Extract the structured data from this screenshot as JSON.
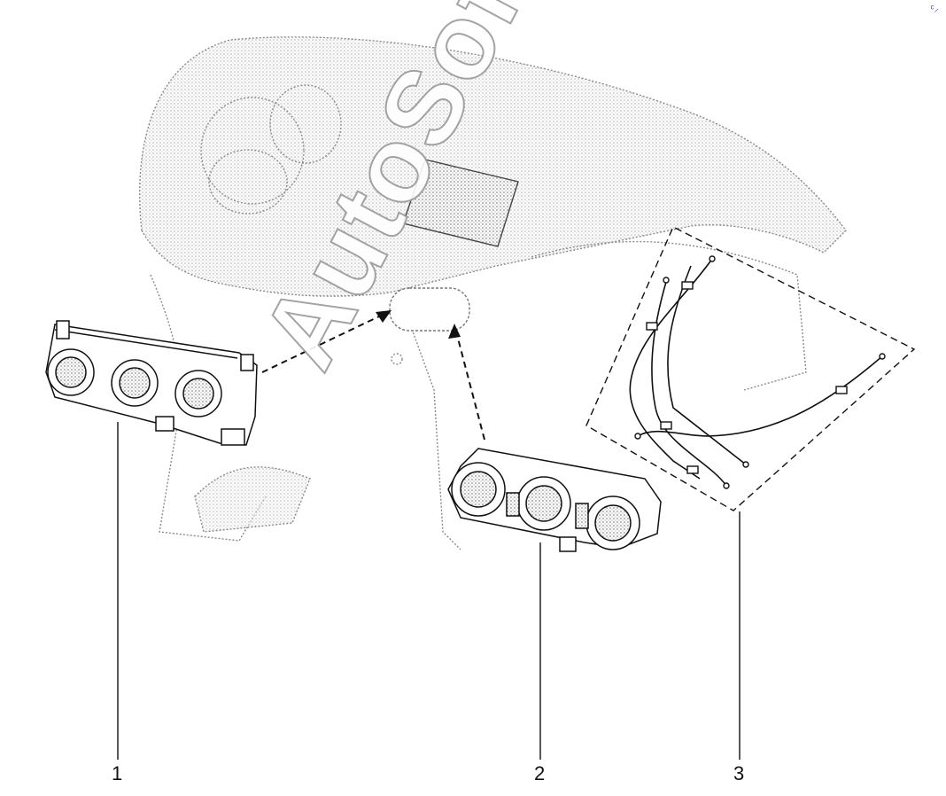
{
  "diagram": {
    "callouts": [
      {
        "id": "1",
        "label": "1"
      },
      {
        "id": "2",
        "label": "2"
      },
      {
        "id": "3",
        "label": "3"
      }
    ],
    "watermark": "AutoSoft",
    "corner_mark": "ᶜ⸝",
    "colors": {
      "line": "#111111",
      "dash_fill": "#7a7a7a",
      "watermark_outline": "#9a9a9a"
    }
  }
}
